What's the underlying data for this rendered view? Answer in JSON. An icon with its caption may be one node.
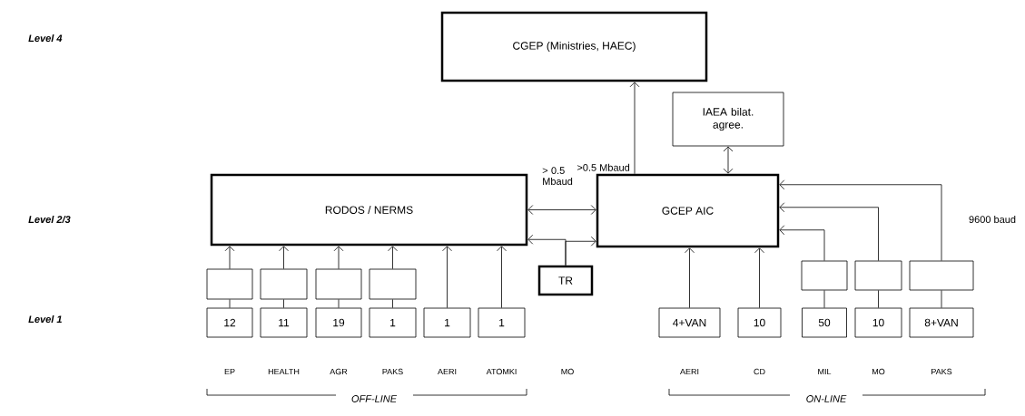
{
  "diagram": {
    "nodes": [
      {
        "text": [
          "CGEP (Ministries, HAEC)"
        ]
      },
      {
        "text": [
          "IAEA bilat. agree."
        ]
      },
      {
        "text": [
          "RODOS / NERMS"
        ]
      },
      {
        "text": [
          "GCEP AIC"
        ]
      },
      {
        "text": [],
        "shape": "box"
      },
      {
        "text": [],
        "shape": "box"
      },
      {
        "text": [],
        "shape": "box"
      },
      {
        "text": [],
        "shape": "box"
      },
      {
        "text": [
          "TR"
        ]
      },
      {
        "text": [],
        "shape": "box"
      },
      {
        "text": [],
        "shape": "box"
      },
      {
        "text": [],
        "shape": "box"
      },
      {
        "text": [
          "12"
        ],
        "beside": [
          "EP"
        ]
      },
      {
        "text": [
          "11"
        ],
        "beside": [
          "HEALTH"
        ]
      },
      {
        "text": [
          "19"
        ],
        "beside": [
          "AGR"
        ]
      },
      {
        "text": [
          "1"
        ],
        "beside": [
          "PAKS"
        ]
      },
      {
        "text": [
          "1"
        ],
        "beside": [
          "AERI"
        ]
      },
      {
        "text": [
          "1"
        ],
        "beside": [
          "ATOMKI"
        ]
      },
      {
        "text": [
          "4+VAN"
        ],
        "beside": [
          "AERI"
        ]
      },
      {
        "text": [
          "10"
        ],
        "beside": [
          "CD"
        ]
      },
      {
        "text": [
          "50"
        ],
        "beside": [
          "MIL"
        ]
      },
      {
        "text": [
          "10"
        ],
        "beside": [
          "MO"
        ]
      },
      {
        "text": [
          "8+VAN"
        ],
        "beside": [
          "PAKS"
        ]
      }
    ],
    "edges": [
      {
        "from": 3,
        "to": 0,
        "arrow": "to",
        "label": ">0.5 Mbaud"
      },
      {
        "from": 1,
        "to": 3,
        "arrow": "both"
      },
      {
        "from": 2,
        "to": 3,
        "arrow": "both",
        "label": "> 0.5 Mbaud"
      },
      {
        "from": 8,
        "to": 2,
        "arrow": "to"
      },
      {
        "from": 8,
        "to": 3,
        "arrow": "to"
      },
      {
        "from": 4,
        "to": 2,
        "arrow": "to"
      },
      {
        "from": 5,
        "to": 2,
        "arrow": "to"
      },
      {
        "from": 6,
        "to": 2,
        "arrow": "to"
      },
      {
        "from": 7,
        "to": 2,
        "arrow": "to"
      },
      {
        "from": 12,
        "to": 4,
        "arrow": "none"
      },
      {
        "from": 13,
        "to": 5,
        "arrow": "none"
      },
      {
        "from": 14,
        "to": 6,
        "arrow": "none"
      },
      {
        "from": 15,
        "to": 7,
        "arrow": "none"
      },
      {
        "from": 16,
        "to": 2,
        "arrow": "to"
      },
      {
        "from": 17,
        "to": 2,
        "arrow": "to"
      },
      {
        "from": 18,
        "to": 3,
        "arrow": "to"
      },
      {
        "from": 19,
        "to": 3,
        "arrow": "to"
      },
      {
        "from": 20,
        "to": 9,
        "arrow": "none"
      },
      {
        "from": 21,
        "to": 10,
        "arrow": "none"
      },
      {
        "from": 22,
        "to": 11,
        "arrow": "none"
      },
      {
        "from": 9,
        "to": 3,
        "arrow": "to"
      },
      {
        "from": 10,
        "to": 3,
        "arrow": "to"
      },
      {
        "from": 11,
        "to": 3,
        "arrow": "to"
      }
    ],
    "labels": [
      "Level 4",
      "Level 2/3",
      "Level 1",
      "9600 baud",
      "MO",
      "OFF-LINE",
      "ON-LINE"
    ]
  }
}
